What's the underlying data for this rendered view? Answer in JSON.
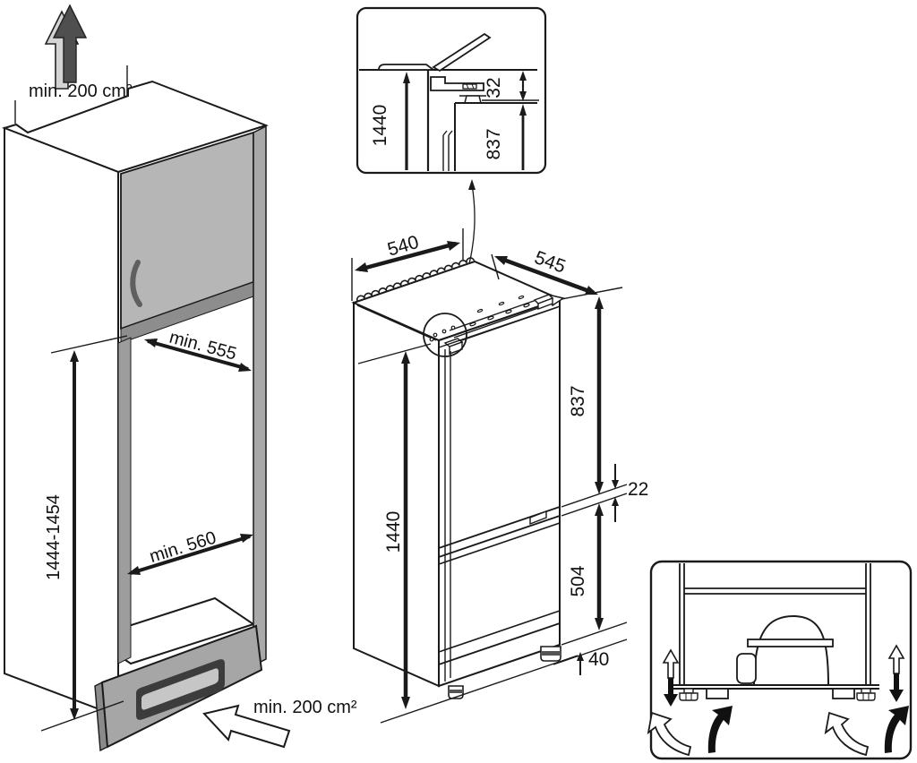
{
  "diagram": {
    "subject": "Built-in fridge-freezer installation drawing with niche and appliance dimensions"
  },
  "cabinet": {
    "top_clearance": "min. 200 cm²",
    "bottom_clearance": "min. 200 cm²",
    "niche_depth": "min. 555",
    "niche_width": "min. 560",
    "niche_height": "1444-1454"
  },
  "hinge_detail": {
    "overall_height": "1440",
    "top_gap": "32",
    "door_height": "837"
  },
  "appliance": {
    "width": "540",
    "depth": "545",
    "height": "1440",
    "upper_door_height": "837",
    "door_gap": "22",
    "lower_door_height": "504",
    "base_height": "40"
  },
  "colors": {
    "line": "#1a1a1a",
    "cabinet_door_gray": "#b6b6b6",
    "panel_gray": "#9d9d9d",
    "vent_dark": "#3c3c3c",
    "background": "#ffffff"
  }
}
